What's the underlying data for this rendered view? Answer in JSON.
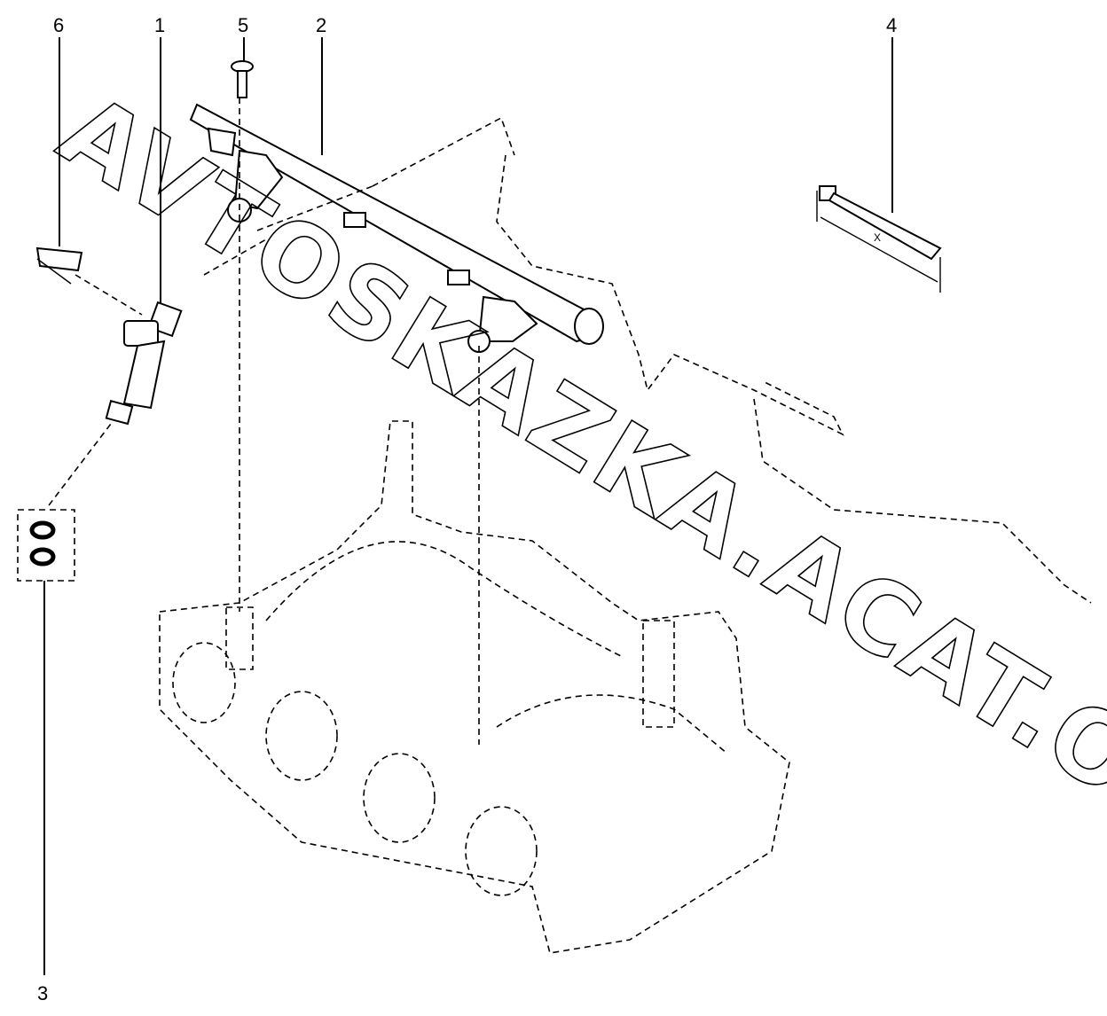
{
  "diagram": {
    "callouts": [
      {
        "id": "1",
        "label": "1"
      },
      {
        "id": "2",
        "label": "2"
      },
      {
        "id": "3",
        "label": "3"
      },
      {
        "id": "4",
        "label": "4"
      },
      {
        "id": "5",
        "label": "5"
      },
      {
        "id": "6",
        "label": "6"
      }
    ],
    "dimension_label": "X",
    "watermark": "AVTOSKAZKA.ACAT.ONLINE"
  }
}
